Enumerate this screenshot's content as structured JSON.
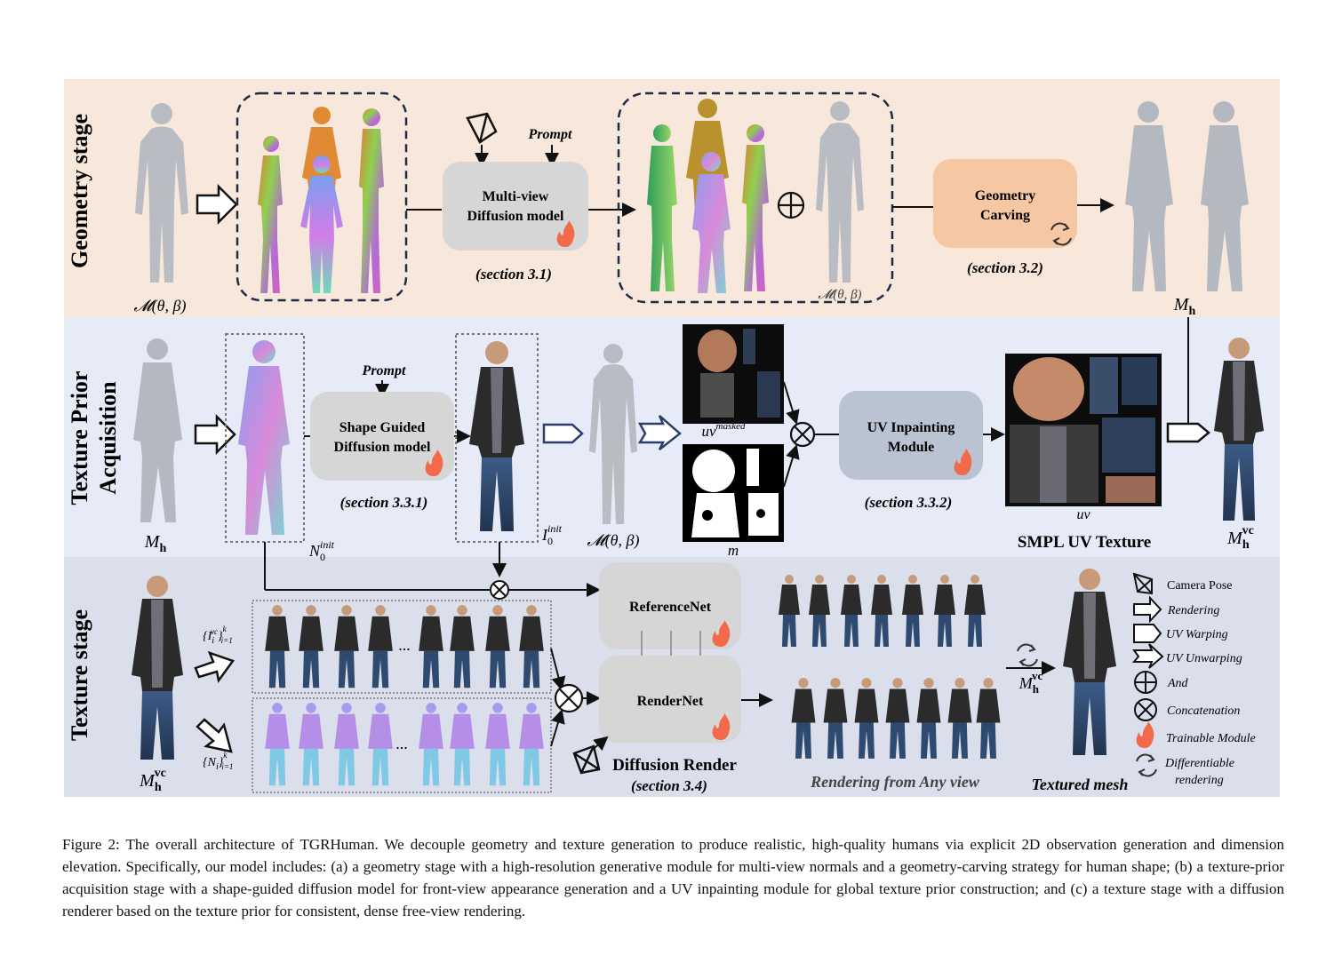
{
  "stages": {
    "geometry": "Geometry stage",
    "texture_prior_line1": "Texture Prior",
    "texture_prior_line2": "Acquisition",
    "texture": "Texture stage"
  },
  "modules": {
    "multiview_line1": "Multi-view",
    "multiview_line2": "Diffusion model",
    "carving_line1": "Geometry",
    "carving_line2": "Carving",
    "shape_guided_line1": "Shape Guided",
    "shape_guided_line2": "Diffusion model",
    "uv_inpaint_line1": "UV Inpainting",
    "uv_inpaint_line2": "Module",
    "referencenet": "ReferenceNet",
    "rendernet": "RenderNet",
    "diffusion_render": "Diffusion Render"
  },
  "prompts": {
    "p1": "Prompt",
    "p2": "Prompt"
  },
  "sections": {
    "s31": "(section 3.1)",
    "s32": "(section 3.2)",
    "s331": "(section 3.3.1)",
    "s332": "(section 3.3.2)",
    "s34": "(section 3.4)"
  },
  "math": {
    "smpl": "𝓜(θ, β)",
    "mh": "M",
    "mh_sub": "h",
    "n0_init": "N",
    "i0_init": "I",
    "zero": "0",
    "init": "init",
    "uv": "uv",
    "masked": "masked",
    "m": "m",
    "vc": "vc",
    "iset": "{I",
    "nset": "{N",
    "k": "k",
    "i1": "i=1",
    "ivc": "vc",
    "i_sub": "i",
    "set_close": "}",
    "dots": "..."
  },
  "labels": {
    "smpl_uv_texture": "SMPL UV Texture",
    "rendering_any_view": "Rendering from Any view",
    "textured_mesh": "Textured mesh"
  },
  "legend": [
    {
      "icon": "camera-pose-icon",
      "label": "Camera Pose"
    },
    {
      "icon": "rendering-arrow-icon",
      "label": "Rendering"
    },
    {
      "icon": "uv-warping-arrow-icon",
      "label": "UV Warping"
    },
    {
      "icon": "uv-unwarping-arrow-icon",
      "label": "UV Unwarping"
    },
    {
      "icon": "and-icon",
      "label": "And"
    },
    {
      "icon": "concatenation-icon",
      "label": "Concatenation"
    },
    {
      "icon": "flame-icon",
      "label": "Trainable Module"
    },
    {
      "icon": "cycle-icon",
      "label": "Differentiable",
      "label2": "rendering"
    }
  ],
  "caption": "Figure 2: The overall architecture of TGRHuman. We decouple geometry and texture generation to produce realistic, high-quality humans via explicit 2D observation generation and dimension elevation. Specifically, our model includes: (a) a geometry stage with a high-resolution generative module for multi-view normals and a geometry-carving strategy for human shape; (b) a texture-prior acquisition stage with a shape-guided diffusion model for front-view appearance generation and a UV inpainting module for global texture prior construction; and (c) a texture stage with a diffusion renderer based on the texture prior for consistent, dense free-view rendering.",
  "colors": {
    "geometry_bg": "#f8e8dc",
    "texture_prior_bg": "#e6ebf7",
    "texture_bg": "#dadfeb",
    "gray_module": "#d6d6d6",
    "carving_module": "#f6c7a3",
    "uv_module": "#b9c3d2",
    "flame": "#f26a4a",
    "dashed_box": "#1f2a44"
  }
}
